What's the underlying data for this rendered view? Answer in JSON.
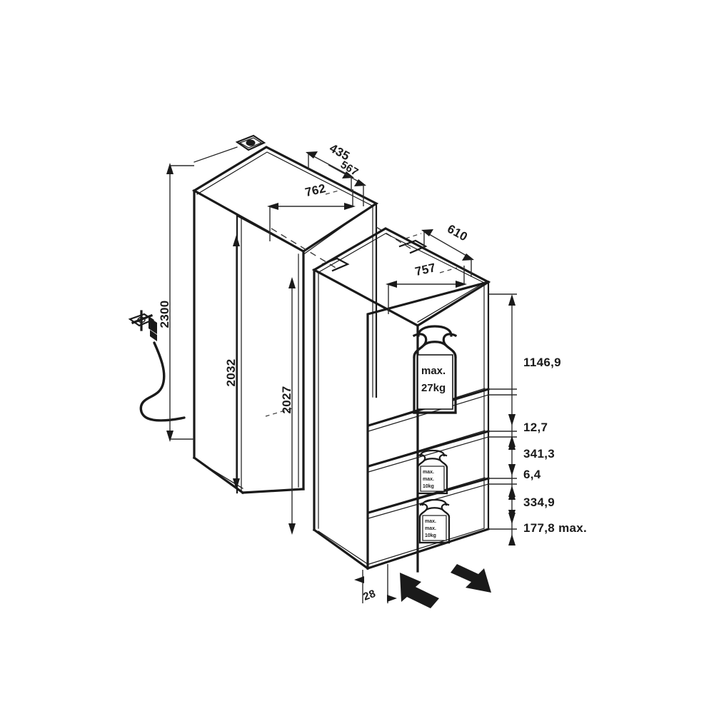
{
  "drawing": {
    "title": "Built-in refrigerator niche installation dimension drawing",
    "units": "mm",
    "line_color": "#1a1a1a",
    "background": "#ffffff"
  },
  "dimensions": {
    "niche_depth_top": "435",
    "niche_depth_second": "567",
    "niche_width_top": "762",
    "niche_height_overall": "2300",
    "niche_height_inner": "2032",
    "appliance_height": "2027",
    "appliance_depth": "610",
    "appliance_width": "757",
    "door_upper": "1146,9",
    "gap_upper": "12,7",
    "drawer_mid": "341,3",
    "gap_mid": "6,4",
    "drawer_lower": "334,9",
    "plinth_max": "177,8 max.",
    "base_offset": "28"
  },
  "weight_labels": [
    {
      "id": "upper-door-weight",
      "line1": "max.",
      "line2": "27kg"
    },
    {
      "id": "mid-drawer-weight",
      "line1": "max.",
      "line2": "10kg",
      "line3": "max."
    },
    {
      "id": "lower-drawer-weight",
      "line1": "max.",
      "line2": "10kg",
      "line3": "max."
    }
  ],
  "icons": {
    "socket": "power-socket-icon",
    "plug": "power-plug-icon",
    "weight": "weight-block-icon",
    "arrow_left": "bold-arrow-left-icon",
    "arrow_right": "bold-arrow-right-icon"
  }
}
